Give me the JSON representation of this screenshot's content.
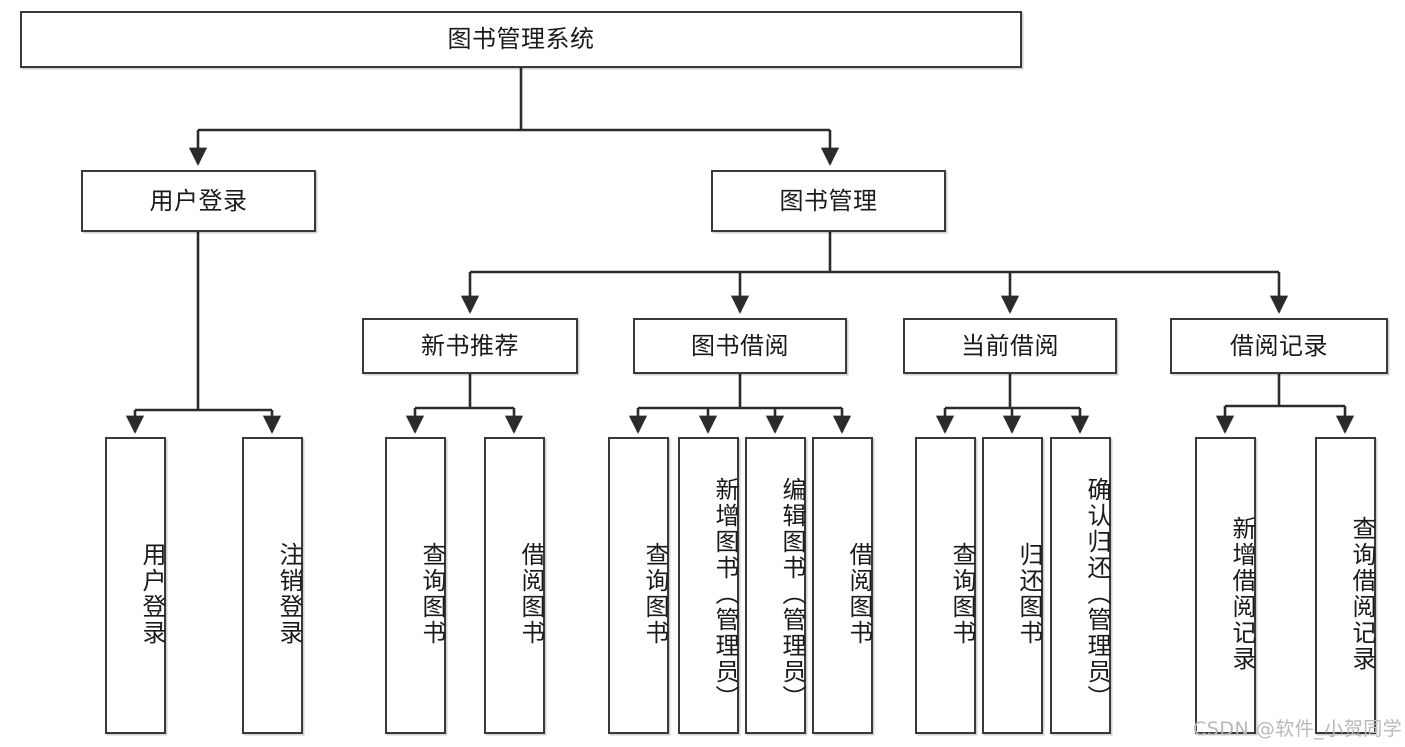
{
  "diagram": {
    "title": "图书管理系统",
    "type": "tree-hierarchy-diagram",
    "colors": {
      "box_border": "#3a3a3a",
      "box_fill": "#ffffff",
      "edge": "#2b2b2b",
      "text": "#1a1a1a",
      "watermark": "#b9b9b9"
    },
    "root": {
      "label": "图书管理系统"
    },
    "level2": [
      {
        "label": "用户登录"
      },
      {
        "label": "图书管理"
      }
    ],
    "level3": [
      {
        "label": "新书推荐"
      },
      {
        "label": "图书借阅"
      },
      {
        "label": "当前借阅"
      },
      {
        "label": "借阅记录"
      }
    ],
    "leaves": {
      "user_login": [
        {
          "label": "用户登录"
        },
        {
          "label": "注销登录"
        }
      ],
      "new_book_recommend": [
        {
          "label": "查询图书"
        },
        {
          "label": "借阅图书"
        }
      ],
      "book_borrow": [
        {
          "label": "查询图书"
        },
        {
          "label": "新增图书（管理员）"
        },
        {
          "label": "编辑图书（管理员）"
        },
        {
          "label": "借阅图书"
        }
      ],
      "current_borrow": [
        {
          "label": "查询图书"
        },
        {
          "label": "归还图书"
        },
        {
          "label": "确认归还（管理员）"
        }
      ],
      "borrow_record": [
        {
          "label": "新增借阅记录"
        },
        {
          "label": "查询借阅记录"
        }
      ]
    }
  },
  "watermark": {
    "text": "CSDN @软件_小贺同学"
  }
}
